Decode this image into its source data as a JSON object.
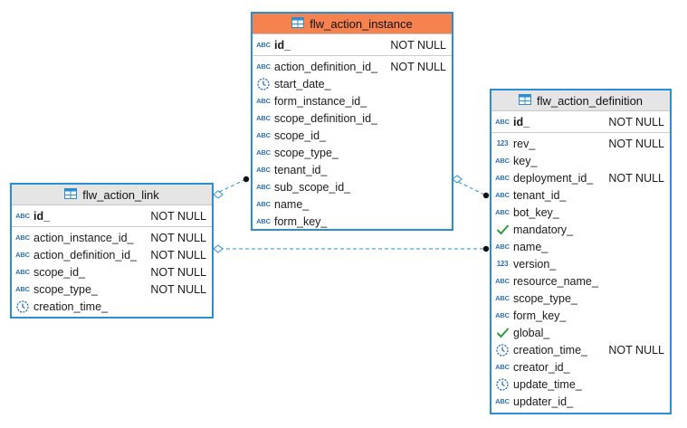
{
  "colors": {
    "entity_border": "#2a8ed1",
    "header_bg": "#e5e5e5",
    "selected_header_bg": "#f6824f",
    "type_icon": "#2d6fb5",
    "boolean_icon": "#2e9a3b",
    "link_line": "#2a8ed1"
  },
  "entities": [
    {
      "id": "flw_action_instance",
      "title": "flw_action_instance",
      "selected": true,
      "key_columns": [
        {
          "name": "id_",
          "type_icon": "text-icon",
          "type_label": "ABC",
          "constraint": "NOT NULL"
        }
      ],
      "columns": [
        {
          "name": "action_definition_id_",
          "type_icon": "text-icon",
          "type_label": "ABC",
          "constraint": "NOT NULL"
        },
        {
          "name": "start_date_",
          "type_icon": "clock-icon",
          "type_label": "",
          "constraint": ""
        },
        {
          "name": "form_instance_id_",
          "type_icon": "text-icon",
          "type_label": "ABC",
          "constraint": ""
        },
        {
          "name": "scope_definition_id_",
          "type_icon": "text-icon",
          "type_label": "ABC",
          "constraint": ""
        },
        {
          "name": "scope_id_",
          "type_icon": "text-icon",
          "type_label": "ABC",
          "constraint": ""
        },
        {
          "name": "scope_type_",
          "type_icon": "text-icon",
          "type_label": "ABC",
          "constraint": ""
        },
        {
          "name": "tenant_id_",
          "type_icon": "text-icon",
          "type_label": "ABC",
          "constraint": ""
        },
        {
          "name": "sub_scope_id_",
          "type_icon": "text-icon",
          "type_label": "ABC",
          "constraint": ""
        },
        {
          "name": "name_",
          "type_icon": "text-icon",
          "type_label": "ABC",
          "constraint": ""
        },
        {
          "name": "form_key_",
          "type_icon": "text-icon",
          "type_label": "ABC",
          "constraint": ""
        }
      ]
    },
    {
      "id": "flw_action_link",
      "title": "flw_action_link",
      "selected": false,
      "key_columns": [
        {
          "name": "id_",
          "type_icon": "text-icon",
          "type_label": "ABC",
          "constraint": "NOT NULL"
        }
      ],
      "columns": [
        {
          "name": "action_instance_id_",
          "type_icon": "text-icon",
          "type_label": "ABC",
          "constraint": "NOT NULL"
        },
        {
          "name": "action_definition_id_",
          "type_icon": "text-icon",
          "type_label": "ABC",
          "constraint": "NOT NULL"
        },
        {
          "name": "scope_id_",
          "type_icon": "text-icon",
          "type_label": "ABC",
          "constraint": "NOT NULL"
        },
        {
          "name": "scope_type_",
          "type_icon": "text-icon",
          "type_label": "ABC",
          "constraint": "NOT NULL"
        },
        {
          "name": "creation_time_",
          "type_icon": "clock-icon",
          "type_label": "",
          "constraint": ""
        }
      ]
    },
    {
      "id": "flw_action_definition",
      "title": "flw_action_definition",
      "selected": false,
      "key_columns": [
        {
          "name": "id_",
          "type_icon": "text-icon",
          "type_label": "ABC",
          "constraint": "NOT NULL"
        }
      ],
      "columns": [
        {
          "name": "rev_",
          "type_icon": "number-icon",
          "type_label": "123",
          "constraint": "NOT NULL"
        },
        {
          "name": "key_",
          "type_icon": "text-icon",
          "type_label": "ABC",
          "constraint": ""
        },
        {
          "name": "deployment_id_",
          "type_icon": "text-icon",
          "type_label": "ABC",
          "constraint": "NOT NULL"
        },
        {
          "name": "tenant_id_",
          "type_icon": "text-icon",
          "type_label": "ABC",
          "constraint": ""
        },
        {
          "name": "bot_key_",
          "type_icon": "text-icon",
          "type_label": "ABC",
          "constraint": ""
        },
        {
          "name": "mandatory_",
          "type_icon": "boolean-icon",
          "type_label": "",
          "constraint": ""
        },
        {
          "name": "name_",
          "type_icon": "text-icon",
          "type_label": "ABC",
          "constraint": ""
        },
        {
          "name": "version_",
          "type_icon": "number-icon",
          "type_label": "123",
          "constraint": ""
        },
        {
          "name": "resource_name_",
          "type_icon": "text-icon",
          "type_label": "ABC",
          "constraint": ""
        },
        {
          "name": "scope_type_",
          "type_icon": "text-icon",
          "type_label": "ABC",
          "constraint": ""
        },
        {
          "name": "form_key_",
          "type_icon": "text-icon",
          "type_label": "ABC",
          "constraint": ""
        },
        {
          "name": "global_",
          "type_icon": "boolean-icon",
          "type_label": "",
          "constraint": ""
        },
        {
          "name": "creation_time_",
          "type_icon": "clock-icon",
          "type_label": "",
          "constraint": "NOT NULL"
        },
        {
          "name": "creator_id_",
          "type_icon": "text-icon",
          "type_label": "ABC",
          "constraint": ""
        },
        {
          "name": "update_time_",
          "type_icon": "clock-icon",
          "type_label": "",
          "constraint": ""
        },
        {
          "name": "updater_id_",
          "type_icon": "text-icon",
          "type_label": "ABC",
          "constraint": ""
        }
      ]
    }
  ],
  "relationships": [
    {
      "from": "flw_action_link",
      "to": "flw_action_instance"
    },
    {
      "from": "flw_action_instance",
      "to": "flw_action_definition"
    },
    {
      "from": "flw_action_link",
      "to": "flw_action_definition"
    }
  ]
}
